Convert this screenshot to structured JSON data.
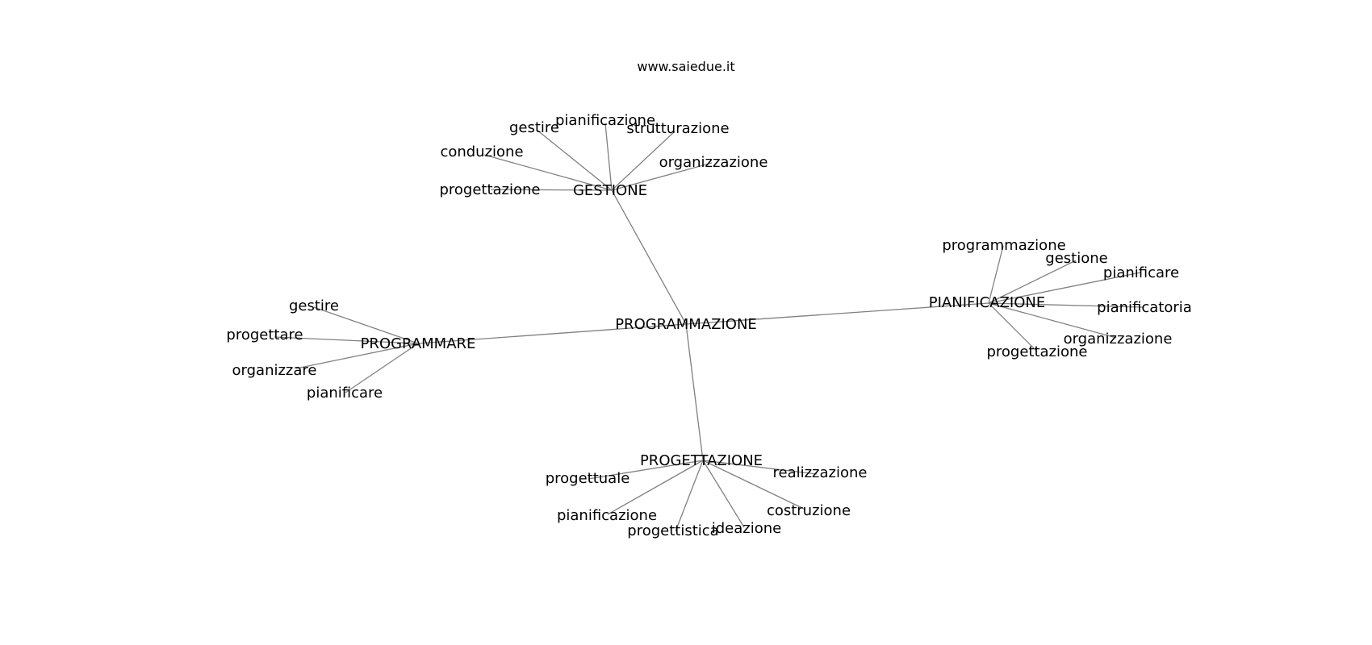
{
  "watermark": "www.saiedue.it",
  "graph": {
    "center": "PROGRAMMAZIONE",
    "clusters": [
      {
        "hub": "GESTIONE",
        "leaves": [
          "gestire",
          "pianificazione",
          "strutturazione",
          "conduzione",
          "organizzazione",
          "progettazione"
        ]
      },
      {
        "hub": "PIANIFICAZIONE",
        "leaves": [
          "programmazione",
          "gestione",
          "pianificare",
          "pianificatoria",
          "organizzazione",
          "progettazione"
        ]
      },
      {
        "hub": "PROGRAMMARE",
        "leaves": [
          "gestire",
          "progettare",
          "organizzare",
          "pianificare"
        ]
      },
      {
        "hub": "PROGETTAZIONE",
        "leaves": [
          "progettuale",
          "realizzazione",
          "pianificazione",
          "costruzione",
          "progettistica",
          "ideazione"
        ]
      }
    ]
  }
}
